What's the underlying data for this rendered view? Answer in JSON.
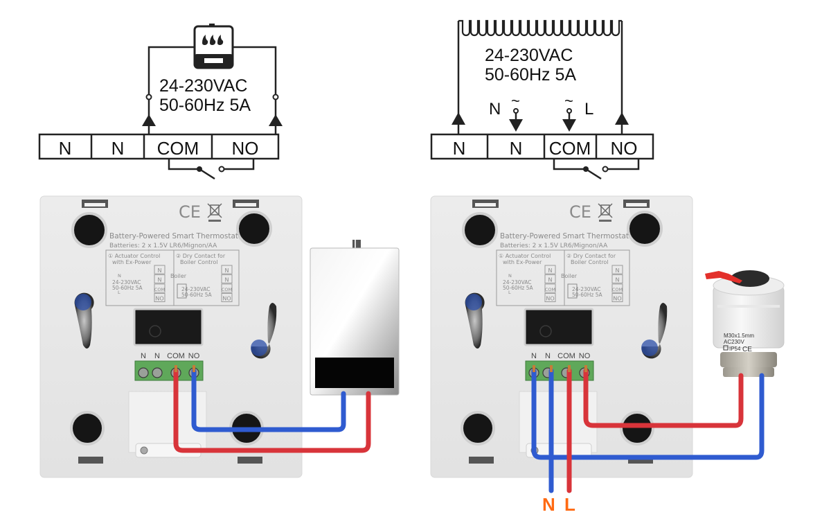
{
  "left_diagram": {
    "title": "Dry Contact for Boiler Control",
    "voltage": "24-230VAC",
    "frequency": "50-60Hz 5A",
    "terminals": [
      "N",
      "N",
      "COM",
      "NO"
    ],
    "load_icon": "boiler-icon"
  },
  "right_diagram": {
    "title": "Actuator Control with Ex-Power",
    "voltage": "24-230VAC",
    "frequency": "50-60Hz 5A",
    "terminals": [
      "N",
      "N",
      "COM",
      "NO"
    ],
    "supply_n_label": "N",
    "supply_l_label": "L",
    "ac_symbol": "~",
    "load_icon": "heating-element-icon"
  },
  "thermostat_label": {
    "product": "Battery-Powered Smart Thermostat",
    "batteries": "Batteries: 2 x 1.5V LR6/Mignon/AA",
    "section1_title": "① Actuator Control",
    "section1_sub": "with Ex-Power",
    "section2_title": "② Dry Contact for",
    "section2_sub": "Boiler Control",
    "boiler_label": "Boiler",
    "voltage": "24-230VAC",
    "frequency": "50-60Hz 5A",
    "n_arrow": "N",
    "l_arrow": "L",
    "terminals": [
      "N",
      "N",
      "COM",
      "NO"
    ],
    "ce_mark": "CE"
  },
  "terminal_block_labels": [
    "N",
    "N",
    "COM",
    "NO"
  ],
  "actuator": {
    "line1": "M30x1.5mm",
    "line2": "AC230V",
    "line3": "IP54",
    "ce": "CE"
  },
  "supply_labels": {
    "n": "N",
    "l": "L"
  },
  "colors": {
    "live_wire": "#d8343a",
    "neutral_wire": "#2f5bd0",
    "supply_label": "#ff6a13",
    "housing": "#e6e6e6",
    "terminal_block": "#5fa85a"
  }
}
